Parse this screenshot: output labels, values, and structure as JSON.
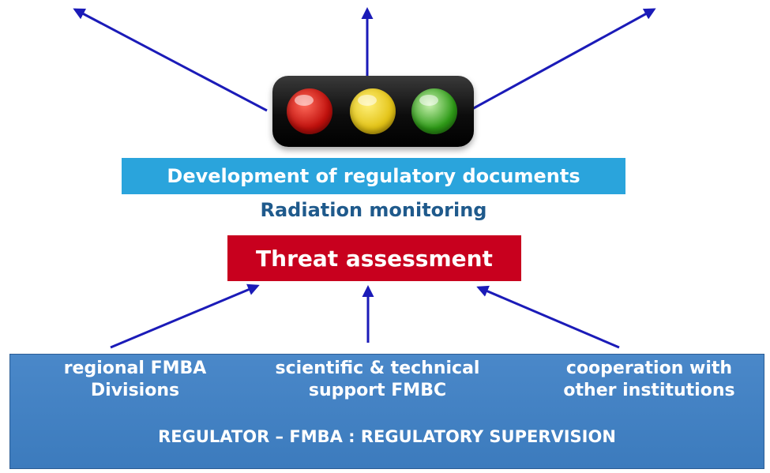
{
  "traffic_light": {
    "lamps": [
      "red",
      "yellow",
      "green"
    ]
  },
  "development_label": "Development of regulatory documents",
  "monitoring_label": "Radiation monitoring",
  "threat_label": "Threat assessment",
  "regulator": {
    "columns": [
      {
        "line1": "regional FMBA",
        "line2": "Divisions"
      },
      {
        "line1": "scientific & technical",
        "line2": "support FMBC"
      },
      {
        "line1": "cooperation with",
        "line2": "other institutions"
      }
    ],
    "footer": "REGULATOR – FMBA : REGULATORY SUPERVISION"
  },
  "colors": {
    "arrow": "#1b1bb8",
    "development_box": "#2aa4dc",
    "monitoring_text": "#1f5a8c",
    "threat_box": "#c8001e",
    "regulator_panel": "#4a88c9"
  }
}
